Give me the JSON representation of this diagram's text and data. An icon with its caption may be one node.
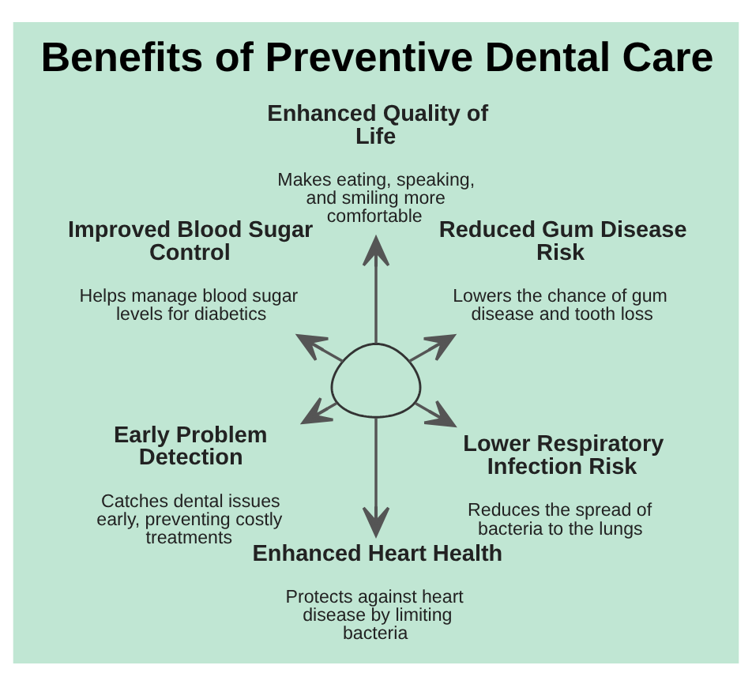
{
  "diagram": {
    "title": "Benefits of Preventive Dental Care",
    "nodes": [
      {
        "text": [
          "Reduced Gum Disease Risk",
          "Lowers the chance of gum disease and tooth loss"
        ]
      },
      {
        "text": [
          "Enhanced Quality of Life",
          "Makes eating, speaking, and smiling more comfortable"
        ]
      },
      {
        "text": [
          "Improved Blood Sugar Control",
          "Helps manage blood sugar levels for diabetics"
        ]
      },
      {
        "text": [],
        "shape": "picture"
      },
      {
        "text": [
          "Early Problem Detection",
          "Catches dental issues early, preventing costly treatments"
        ]
      },
      {
        "text": [
          "Enhanced Heart Health",
          "Protects against heart disease by limiting bacteria"
        ]
      },
      {
        "text": [
          "Lower Respiratory Infection Risk",
          "Reduces the spread of bacteria to the lungs"
        ]
      }
    ],
    "edges": [
      {
        "from": 3,
        "to": 0,
        "arrow": "to"
      },
      {
        "from": 3,
        "to": 2,
        "arrow": "to"
      },
      {
        "from": 3,
        "to": 5,
        "arrow": "to"
      },
      {
        "from": 3,
        "to": 6,
        "arrow": "to"
      },
      {
        "from": 3,
        "to": 4,
        "arrow": "to"
      },
      {
        "from": 3,
        "to": 1,
        "arrow": "to"
      }
    ]
  }
}
